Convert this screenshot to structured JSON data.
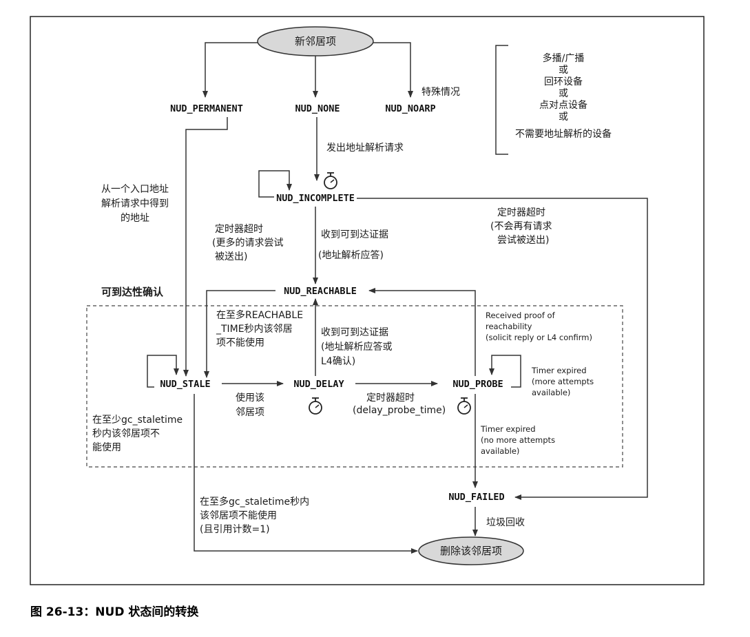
{
  "caption": "图 26-13：NUD 状态间的转换",
  "nodes": {
    "new_entry": "新邻居项",
    "permanent": "NUD_PERMANENT",
    "none": "NUD_NONE",
    "noarp": "NUD_NOARP",
    "incomplete": "NUD_INCOMPLETE",
    "reachable": "NUD_REACHABLE",
    "stale": "NUD_STALE",
    "delay": "NUD_DELAY",
    "probe": "NUD_PROBE",
    "failed": "NUD_FAILED",
    "delete": "删除该邻居项"
  },
  "labels": {
    "special": "特殊情况",
    "bracket": [
      "多播/广播",
      "或",
      "回环设备",
      "或",
      "点对点设备",
      "或",
      "不需要地址解析的设备"
    ],
    "send_request": "发出地址解析请求",
    "from_ingress": [
      "从一个入口地址",
      "解析请求中得到",
      "的地址"
    ],
    "timer_more": [
      "定时器超时",
      "(更多的请求尝试",
      "被送出)"
    ],
    "recv_proof": [
      "收到可到达证据",
      "(地址解析应答)"
    ],
    "timer_no_more": [
      "定时器超时",
      "(不会再有请求",
      "尝试被送出)"
    ],
    "reach_confirm": "可到达性确认",
    "reachable_time": [
      "在至多REACHABLE",
      "_TIME秒内该邻居",
      "项不能使用"
    ],
    "recv_proof2": [
      "收到可到达证据",
      "(地址解析应答或",
      "L4确认)"
    ],
    "received_proof_en": [
      "Received proof of",
      "reachability",
      "(solicit reply or L4 confirm)"
    ],
    "timer_expired_more": [
      "Timer expired",
      "(more attempts",
      "available)"
    ],
    "use_entry": [
      "使用该",
      "邻居项"
    ],
    "timer_delay": [
      "定时器超时",
      "(delay_probe_time)"
    ],
    "gc_min": [
      "在至少gc_staletime",
      "秒内该邻居项不",
      "能使用"
    ],
    "timer_expired_no": [
      "Timer expired",
      "(no more attempts",
      "available)"
    ],
    "gc_max": [
      "在至多gc_staletime秒内",
      "该邻居项不能使用",
      "(且引用计数=1)"
    ],
    "garbage": "垃圾回收"
  }
}
